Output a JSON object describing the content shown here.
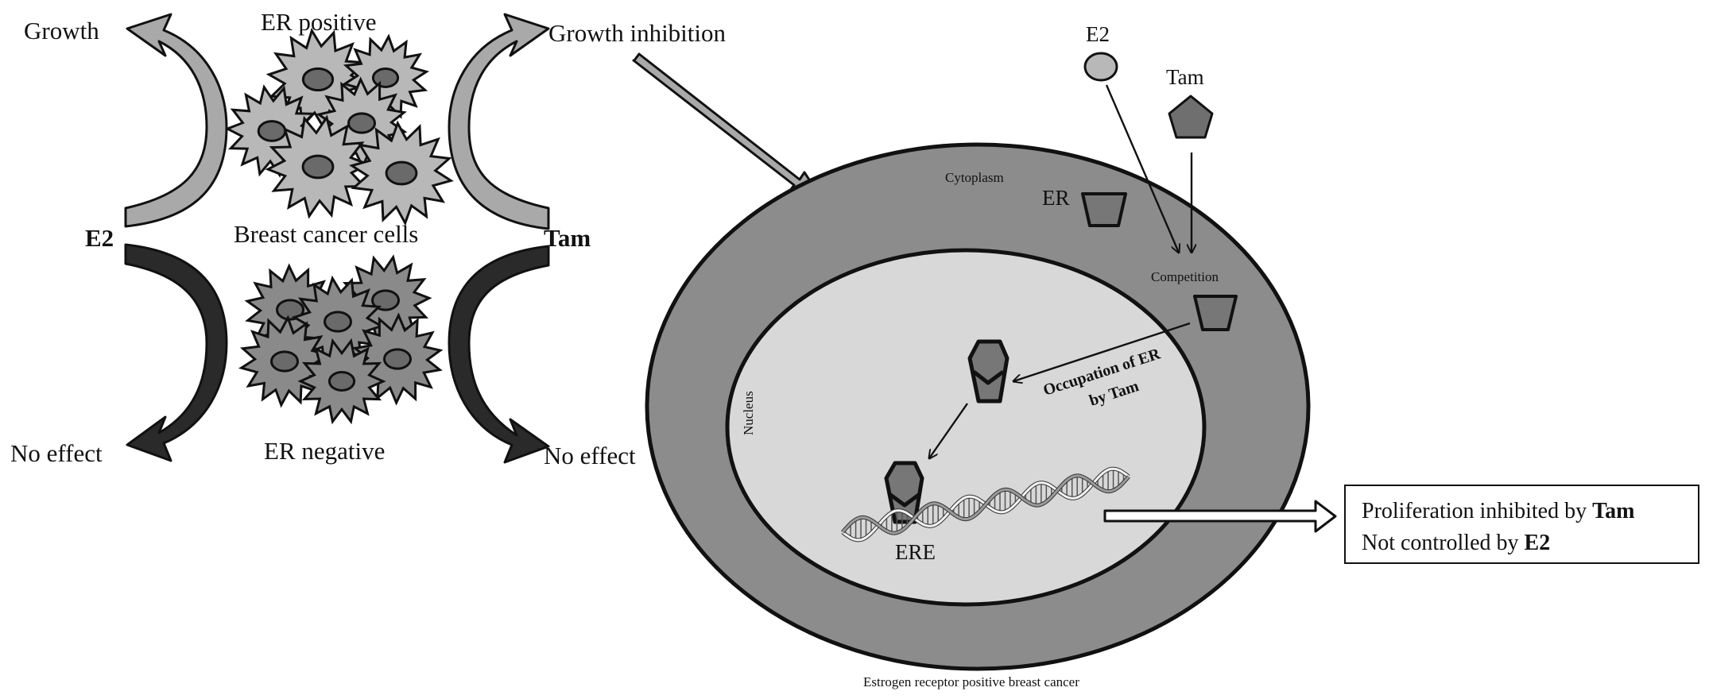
{
  "left_panel": {
    "er_positive": "ER positive",
    "breast_cancer_cells": "Breast cancer cells",
    "er_negative": "ER negative",
    "growth": "Growth",
    "growth_inhibition": "Growth inhibition",
    "no_effect_left": "No effect",
    "no_effect_right": "No effect",
    "e2": "E2",
    "tam": "Tam"
  },
  "cell_panel": {
    "e2": "E2",
    "tam": "Tam",
    "cytoplasm": "Cytoplasm",
    "er": "ER",
    "competition": "Competition",
    "nucleus": "Nucleus",
    "occupation_line1": "Occupation of ER",
    "occupation_line2": "by Tam",
    "ere": "ERE",
    "caption": "Estrogen  receptor positive breast cancer"
  },
  "result": {
    "line1_prefix": "Proliferation inhibited by ",
    "line1_bold": "Tam",
    "line2_prefix": "Not controlled by ",
    "line2_bold": "E2"
  },
  "colors": {
    "cell_positive": "#b8b8b8",
    "cell_negative": "#8a8a8a",
    "nucleus_spot": "#6a6a6a",
    "cytoplasm": "#8c8c8c",
    "nucleus": "#d8d8d8",
    "receptor": "#777777",
    "arrow_light": "#a9a9a9",
    "arrow_dark": "#2a2a2a"
  }
}
